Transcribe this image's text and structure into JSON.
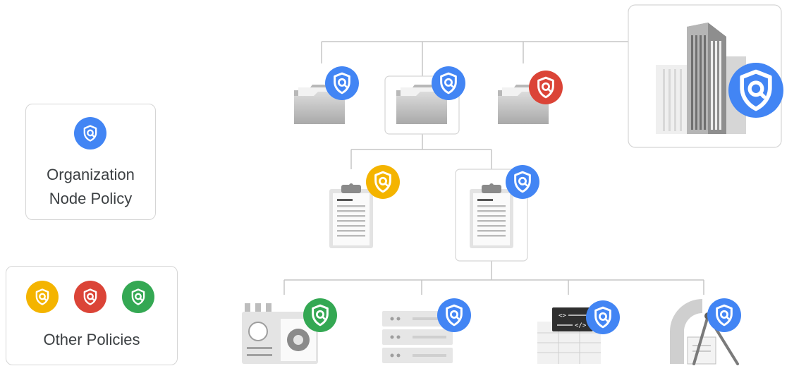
{
  "legend": {
    "org_policy_line1": "Organization",
    "org_policy_line2": "Node Policy",
    "other_policies": "Other Policies"
  },
  "colors": {
    "blue": "#4285f4",
    "yellow": "#f4b400",
    "red": "#db4437",
    "green": "#34a853",
    "line": "#c6c6c6",
    "card_border": "#d5d5d5",
    "text": "#3c4043"
  },
  "icons": {
    "policy": "shield-search-icon",
    "organization": "building-icon",
    "folder": "folder-icon",
    "project": "clipboard-document-icon",
    "resources": [
      "compute-settings-icon",
      "server-rack-icon",
      "code-table-icon",
      "tools-icon"
    ]
  }
}
